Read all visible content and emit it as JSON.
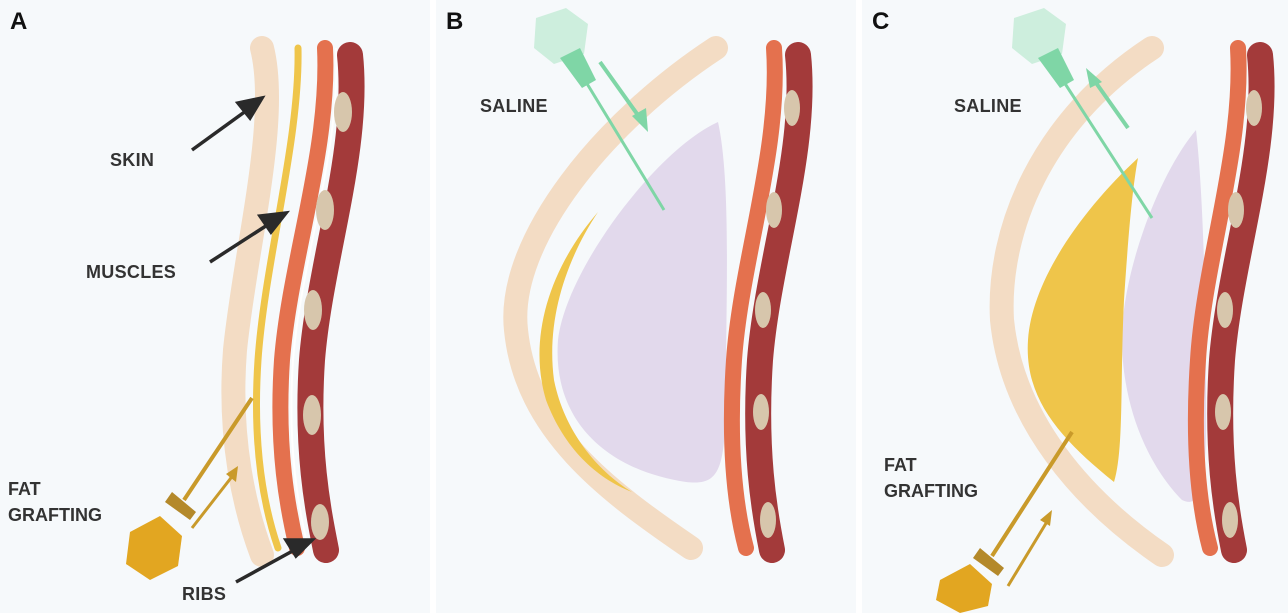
{
  "panels": [
    {
      "letter": "A",
      "labels": {
        "skin": "SKIN",
        "muscles": "MUSCLES",
        "fat_line1": "FAT",
        "fat_line2": "GRAFTING",
        "ribs": "RIBS"
      }
    },
    {
      "letter": "B",
      "labels": {
        "saline": "SALINE"
      }
    },
    {
      "letter": "C",
      "labels": {
        "saline": "SALINE",
        "fat_line1": "FAT",
        "fat_line2": "GRAFTING"
      }
    }
  ],
  "colors": {
    "background": "#f6f9fb",
    "skin": "#f3dcc4",
    "fat": "#efc54a",
    "muscle": "#e4714e",
    "rib_bone": "#a33a3a",
    "rib": "#d7c6ac",
    "implant": "#e2d9ec",
    "saline_syringe": "#7fd6a6",
    "fat_syringe": "#e2a621",
    "arrow": "#2a2a2a"
  },
  "icons": [
    "saline-syringe-icon",
    "fat-grafting-syringe-icon",
    "pointer-arrow-icon"
  ]
}
